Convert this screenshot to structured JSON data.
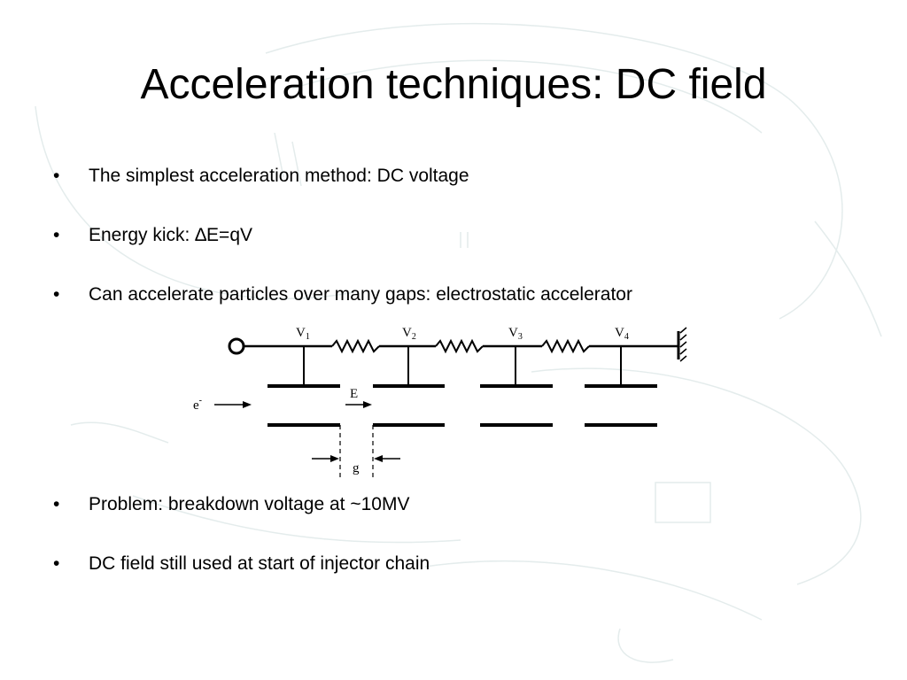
{
  "slide": {
    "title": "Acceleration techniques: DC field",
    "bullets_top": [
      {
        "marker": "•",
        "text": "The simplest acceleration method: DC voltage"
      },
      {
        "marker": "•",
        "text": "Energy kick: ∆E=qV"
      },
      {
        "marker": "•",
        "text": "Can accelerate particles over many gaps: electrostatic accelerator"
      }
    ],
    "bullets_bottom": [
      {
        "marker": "•",
        "text": "Problem: breakdown voltage at ~10MV"
      },
      {
        "marker": "•",
        "text": "DC field still used at start of injector chain"
      }
    ]
  },
  "diagram": {
    "voltage_labels": [
      {
        "base": "V",
        "sub": "1"
      },
      {
        "base": "V",
        "sub": "2"
      },
      {
        "base": "V",
        "sub": "3"
      },
      {
        "base": "V",
        "sub": "4"
      }
    ],
    "electron_label": {
      "base": "e",
      "sup": "-"
    },
    "field_label": "E",
    "gap_label": "g"
  }
}
